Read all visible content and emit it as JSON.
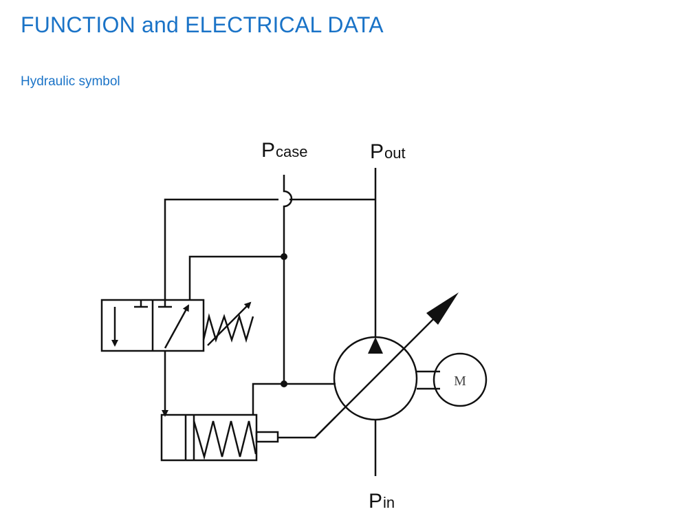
{
  "header": {
    "title": "FUNCTION and ELECTRICAL DATA",
    "subtitle": "Hydraulic symbol",
    "accent_color": "#1a73c7"
  },
  "diagram": {
    "ports": {
      "case": {
        "main": "P",
        "sub": "case"
      },
      "out": {
        "main": "P",
        "sub": "out"
      },
      "in": {
        "main": "P",
        "sub": "in"
      }
    },
    "motor_label": "M",
    "line_color": "#111111"
  }
}
